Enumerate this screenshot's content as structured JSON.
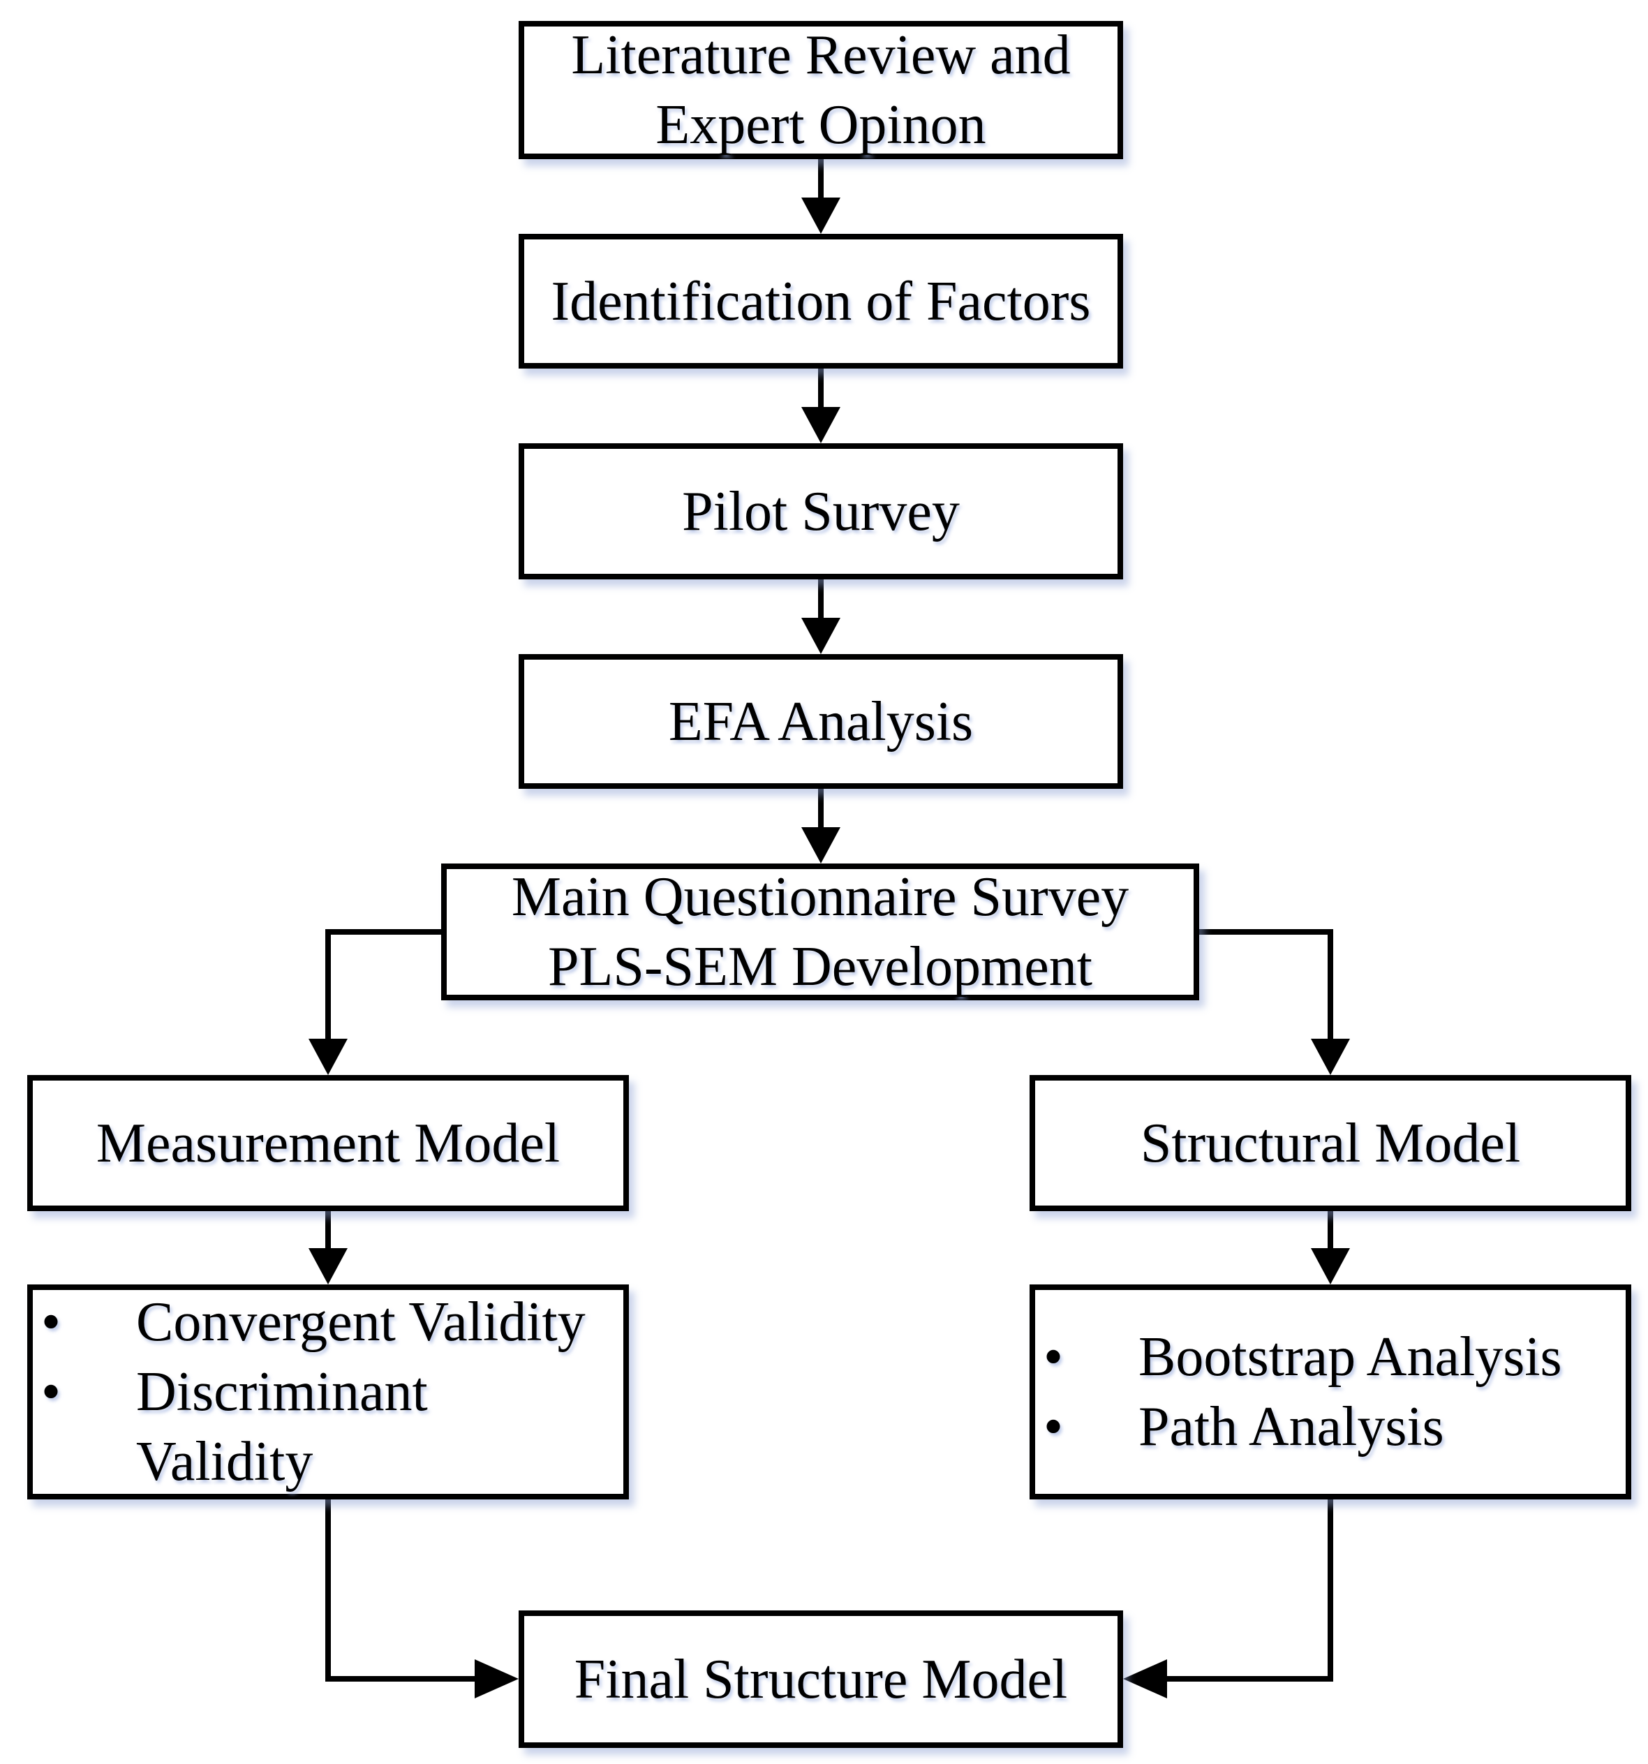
{
  "diagram": {
    "literature_review": {
      "line1": "Literature Review and",
      "line2": "Expert Opinon"
    },
    "identification_of_factors": {
      "label": "Identification of Factors"
    },
    "pilot_survey": {
      "label": "Pilot Survey"
    },
    "efa_analysis": {
      "label": "EFA Analysis"
    },
    "main_survey": {
      "line1": "Main Questionnaire Survey",
      "line2": "PLS-SEM Development"
    },
    "measurement_model": {
      "label": "Measurement Model"
    },
    "structural_model": {
      "label": "Structural Model"
    },
    "measurement_details": {
      "bullet": "•",
      "items": [
        "Convergent Validity",
        "Discriminant Validity"
      ]
    },
    "structural_details": {
      "bullet": "•",
      "items": [
        "Bootstrap Analysis",
        "Path Analysis"
      ]
    },
    "final_structure_model": {
      "label": "Final Structure Model"
    }
  }
}
